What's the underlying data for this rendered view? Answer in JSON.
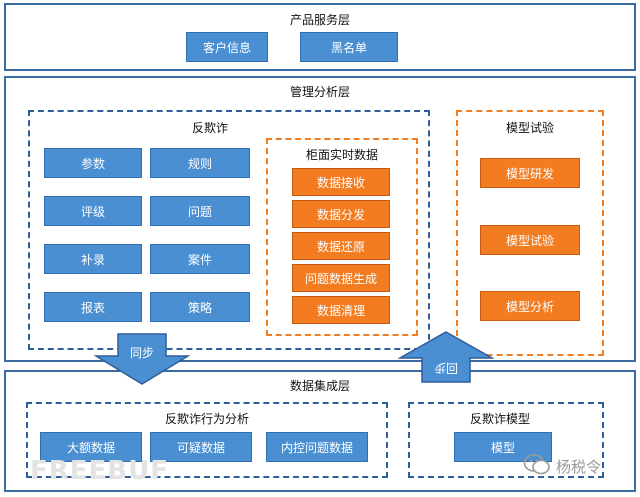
{
  "product_layer": {
    "title": "产品服务层",
    "items": [
      "客户信息",
      "黑名单"
    ]
  },
  "management_layer": {
    "title": "管理分析层",
    "anti_fraud": {
      "title": "反欺诈",
      "items": [
        "参数",
        "规则",
        "评级",
        "问题",
        "补录",
        "案件",
        "报表",
        "策略"
      ]
    },
    "realtime": {
      "title": "柜面实时数据",
      "items": [
        "数据接收",
        "数据分发",
        "数据还原",
        "问题数据生成",
        "数据清理"
      ]
    },
    "model_test": {
      "title": "模型试验",
      "items": [
        "模型研发",
        "模型试验",
        "模型分析"
      ]
    }
  },
  "arrows": {
    "sync": "同步",
    "feedback": "回步"
  },
  "integration_layer": {
    "title": "数据集成层",
    "behavior": {
      "title": "反欺诈行为分析",
      "items": [
        "大额数据",
        "可疑数据",
        "内控问题数据"
      ]
    },
    "model": {
      "title": "反欺诈模型",
      "item": "模型"
    }
  },
  "watermark": "FREEBUF",
  "wechat_label": "杨税令"
}
